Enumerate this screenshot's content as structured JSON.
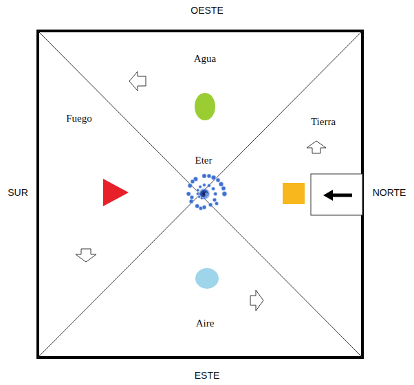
{
  "diagram": {
    "labels": [
      "OESTE",
      "SUR",
      "NORTE",
      "ESTE",
      "Agua",
      "Fuego",
      "Tierra",
      "Eter",
      "Aire"
    ]
  }
}
